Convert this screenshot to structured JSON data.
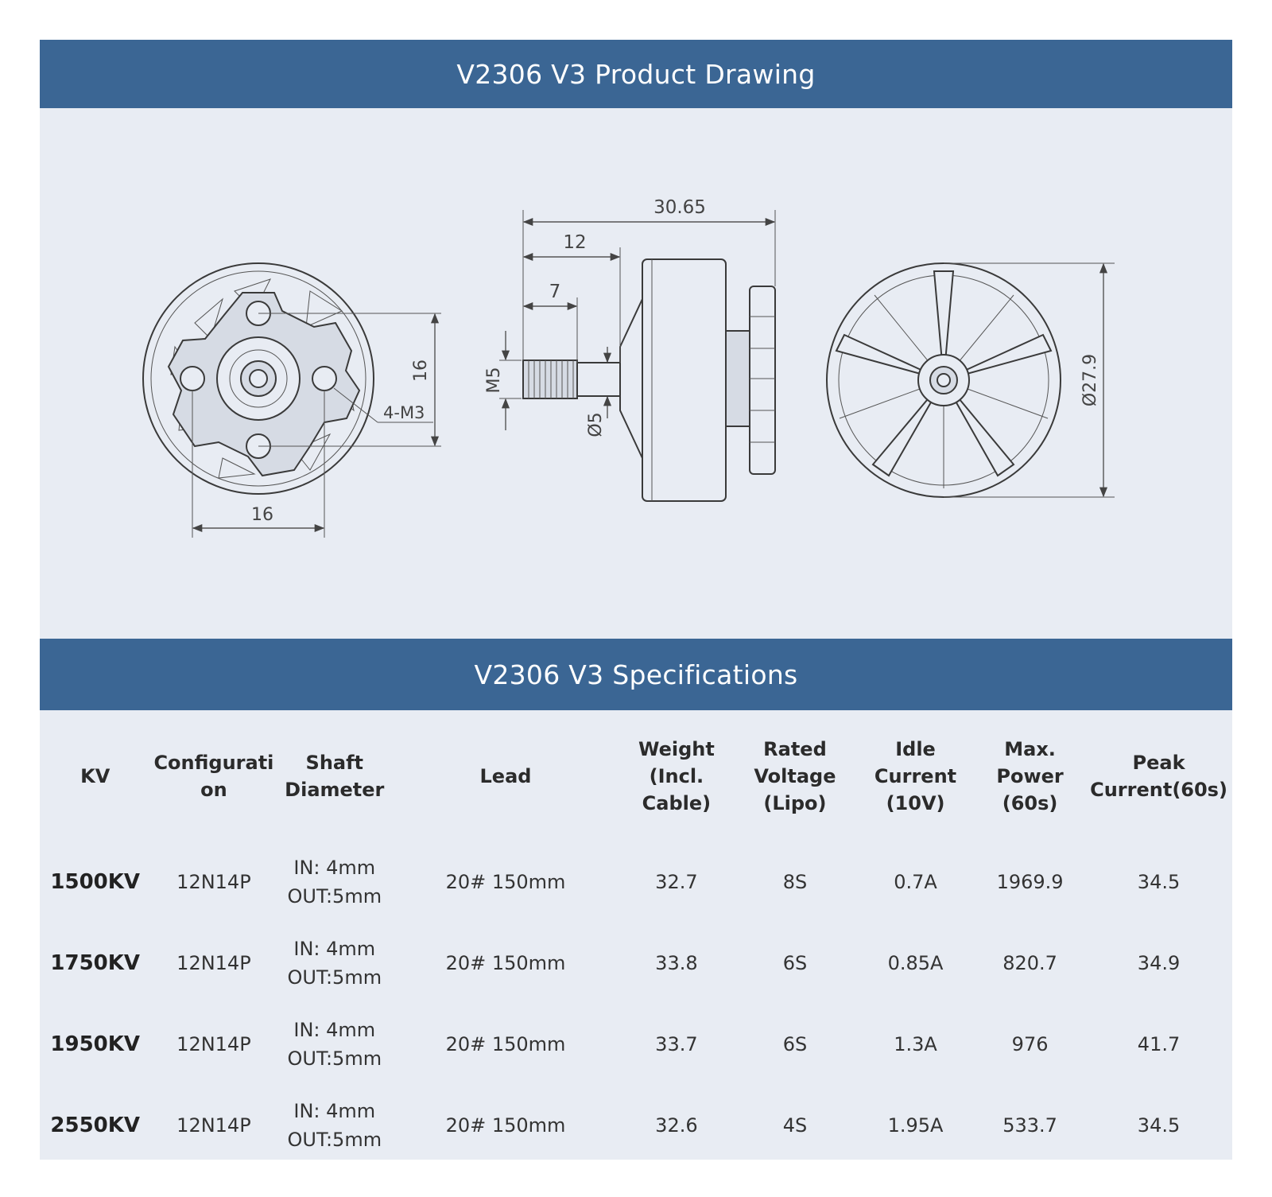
{
  "drawing": {
    "title": "V2306 V3 Product Drawing",
    "dims": {
      "front_width": "16",
      "front_height": "16",
      "front_holes": "4-M3",
      "total_length": "30.65",
      "shaft_length": "12",
      "thread_length": "7",
      "thread": "M5",
      "shaft_dia": "Ø5",
      "bell_dia": "Ø27.9"
    }
  },
  "specs": {
    "title": "V2306 V3 Specifications",
    "headers": [
      "KV",
      "Configurati\non",
      "Shaft\nDiameter",
      "Lead",
      "Weight\n(Incl.\nCable)",
      "Rated\nVoltage\n(Lipo)",
      "Idle\nCurrent\n(10V)",
      "Max.\nPower\n(60s)",
      "Peak\nCurrent(60s)"
    ],
    "rows": [
      [
        "1500KV",
        "12N14P",
        "IN: 4mm\nOUT:5mm",
        "20# 150mm",
        "32.7",
        "8S",
        "0.7A",
        "1969.9",
        "34.5"
      ],
      [
        "1750KV",
        "12N14P",
        "IN: 4mm\nOUT:5mm",
        "20# 150mm",
        "33.8",
        "6S",
        "0.85A",
        "820.7",
        "34.9"
      ],
      [
        "1950KV",
        "12N14P",
        "IN: 4mm\nOUT:5mm",
        "20# 150mm",
        "33.7",
        "6S",
        "1.3A",
        "976",
        "41.7"
      ],
      [
        "2550KV",
        "12N14P",
        "IN: 4mm\nOUT:5mm",
        "20# 150mm",
        "32.6",
        "4S",
        "1.95A",
        "533.7",
        "34.5"
      ]
    ]
  }
}
